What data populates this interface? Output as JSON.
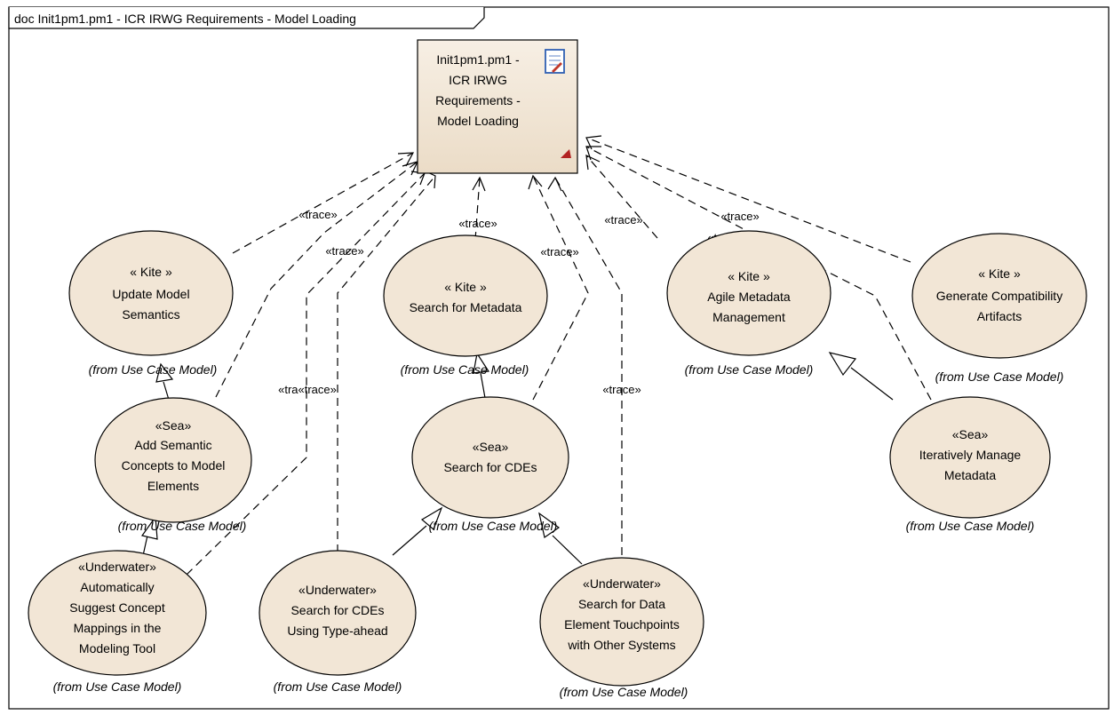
{
  "frame": {
    "title": "doc Init1pm1.pm1 - ICR IRWG Requirements - Model Loading"
  },
  "document_element": {
    "lines": [
      "Init1pm1.pm1 -",
      "ICR IRWG",
      "Requirements -",
      "Model Loading"
    ],
    "icon": "document-icon",
    "corner_icon": "link-arrow-icon"
  },
  "use_cases": [
    {
      "id": "update-model-semantics",
      "stereotype": "« Kite »",
      "lines": [
        "Update Model",
        "Semantics"
      ],
      "from": "(from Use Case Model)"
    },
    {
      "id": "search-for-metadata",
      "stereotype": "« Kite »",
      "lines": [
        "Search for Metadata"
      ],
      "from": "(from Use Case Model)"
    },
    {
      "id": "agile-metadata-management",
      "stereotype": "« Kite »",
      "lines": [
        "Agile Metadata",
        "Management"
      ],
      "from": "(from Use Case Model)"
    },
    {
      "id": "generate-compatibility-artifacts",
      "stereotype": "« Kite »",
      "lines": [
        "Generate Compatibility",
        "Artifacts"
      ],
      "from": "(from Use Case Model)"
    },
    {
      "id": "add-semantic-concepts",
      "stereotype": "«Sea»",
      "lines": [
        "Add Semantic",
        "Concepts to Model",
        "Elements"
      ],
      "from": "(from Use Case Model)"
    },
    {
      "id": "search-for-cdes",
      "stereotype": "«Sea»",
      "lines": [
        "Search for CDEs"
      ],
      "from": "(from Use Case Model)"
    },
    {
      "id": "iteratively-manage-metadata",
      "stereotype": "«Sea»",
      "lines": [
        "Iteratively Manage",
        "Metadata"
      ],
      "from": "(from Use Case Model)"
    },
    {
      "id": "automatically-suggest-concept-mappings",
      "stereotype": "«Underwater»",
      "lines": [
        "Automatically",
        "Suggest Concept",
        "Mappings in the",
        "Modeling Tool"
      ],
      "from": "(from Use Case Model)"
    },
    {
      "id": "search-cdes-type-ahead",
      "stereotype": "«Underwater»",
      "lines": [
        "Search for CDEs",
        "Using Type-ahead"
      ],
      "from": "(from Use Case Model)"
    },
    {
      "id": "search-data-element-touchpoints",
      "stereotype": "«Underwater»",
      "lines": [
        "Search for Data",
        "Element Touchpoints",
        "with Other Systems"
      ],
      "from": "(from Use Case Model)"
    }
  ],
  "trace_labels": [
    "«trace»",
    "«trace»",
    "«trace»",
    "«trace»",
    "«trace»",
    "«trace»",
    "«trace»",
    "«trace»",
    "«tra«trace»",
    "«trace»"
  ],
  "colors": {
    "use_case_fill": "#f2e6d6",
    "document_fill": "#f2e6d6",
    "corner_icon": "#b22222",
    "doc_icon_blue": "#2f5fb3"
  }
}
